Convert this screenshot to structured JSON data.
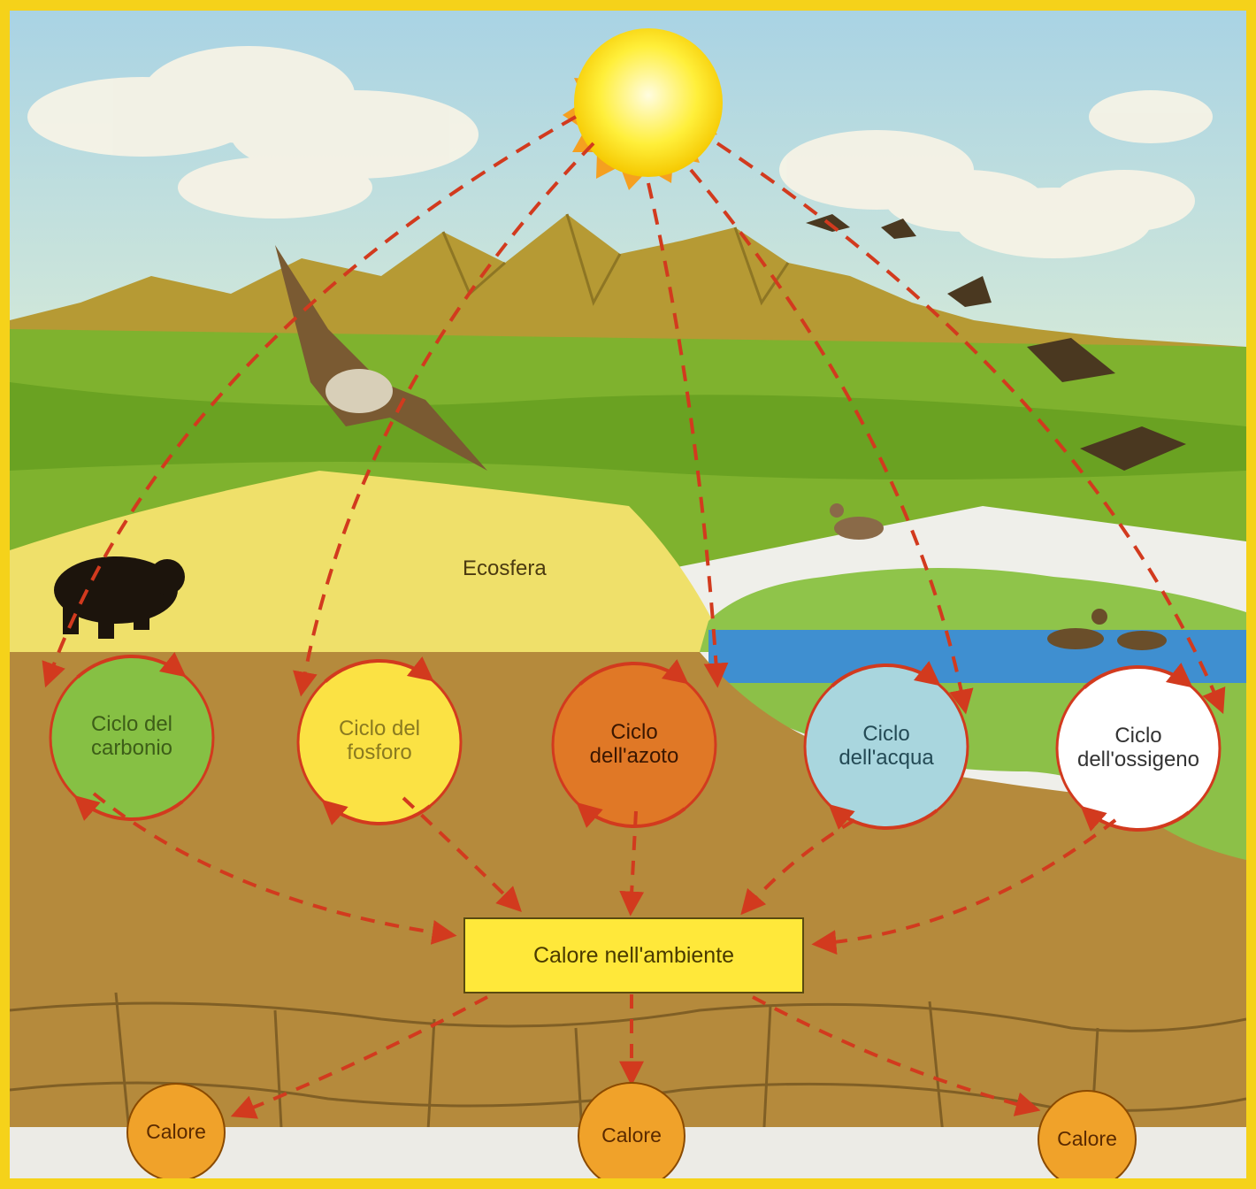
{
  "diagram": {
    "ecosphere_label": "Ecosfera",
    "cycles": [
      {
        "id": "carbonio",
        "label": "Ciclo del\ncarbonio",
        "fill": "#86c044",
        "text_color": "#3d5e18"
      },
      {
        "id": "fosforo",
        "label": "Ciclo del\nfosforo",
        "fill": "#fbe244",
        "text_color": "#8a7a20"
      },
      {
        "id": "azoto",
        "label": "Ciclo\ndell'azoto",
        "fill": "#e07826",
        "text_color": "#3a1600"
      },
      {
        "id": "acqua",
        "label": "Ciclo\ndell'acqua",
        "fill": "#a9d6de",
        "text_color": "#244a55"
      },
      {
        "id": "ossigeno",
        "label": "Ciclo\ndell'ossigeno",
        "fill": "#ffffff",
        "text_color": "#333333"
      }
    ],
    "heat_box_label": "Calore nell'ambiente",
    "heat_outputs": [
      "Calore",
      "Calore",
      "Calore"
    ],
    "colors": {
      "frame": "#f5d21a",
      "sky": "#b9dbe4",
      "sun": "#ffe830",
      "mountains": "#b69a34",
      "vegetation": "#7fb22e",
      "soil": "#b58a3c",
      "water": "#3f8fd0",
      "arrow": "#d23a1e",
      "heat_box": "#ffe83a",
      "heat_circle": "#f0a22a"
    }
  }
}
